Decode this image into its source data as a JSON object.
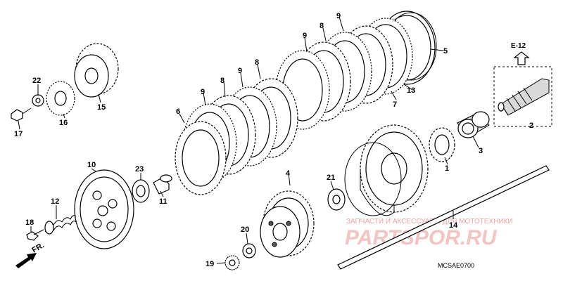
{
  "diagram": {
    "reference": "E-12",
    "drawing_code": "MCSAE0700",
    "direction_label": "FR.",
    "watermark_text": "ЗАПЧАСТИ И АКСЕССУАРЫ ДЛЯ МОТОТЕХНИКИ",
    "watermark_logo": "PARTSPOR.RU",
    "callouts": [
      "1",
      "2",
      "3",
      "4",
      "5",
      "6",
      "7",
      "8",
      "8",
      "8",
      "9",
      "9",
      "9",
      "9",
      "10",
      "11",
      "12",
      "13",
      "14",
      "15",
      "16",
      "17",
      "18",
      "19",
      "20",
      "21",
      "22",
      "23"
    ]
  }
}
